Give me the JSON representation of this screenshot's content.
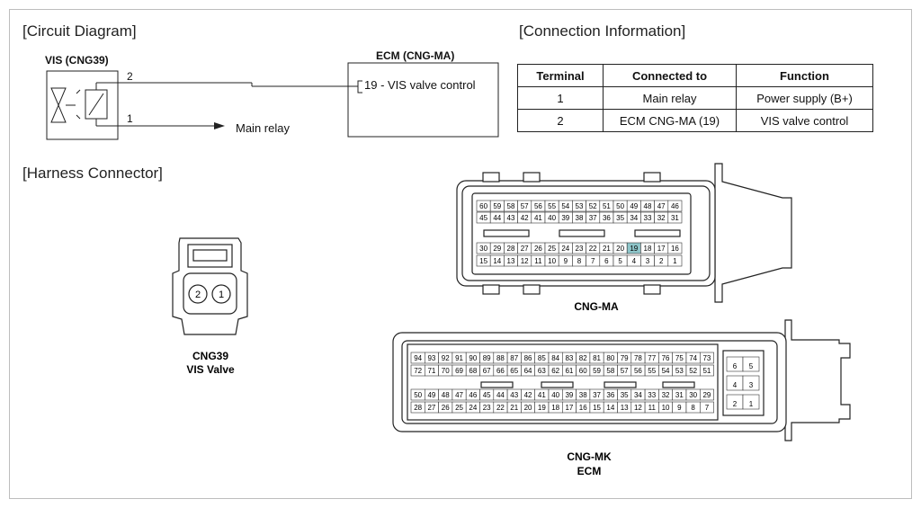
{
  "sections": {
    "circuit": "[Circuit Diagram]",
    "connection": "[Connection Information]",
    "harness": "[Harness Connector]"
  },
  "circuit": {
    "component": "VIS (CNG39)",
    "ecm_title": "ECM (CNG-MA)",
    "pin2": "2",
    "pin1": "1",
    "ecm_pin": "19 - VIS valve control",
    "main_relay": "Main relay"
  },
  "table": {
    "headers": [
      "Terminal",
      "Connected to",
      "Function"
    ],
    "rows": [
      [
        "1",
        "Main relay",
        "Power supply (B+)"
      ],
      [
        "2",
        "ECM CNG-MA (19)",
        "VIS valve control"
      ]
    ]
  },
  "connectors": {
    "cng39": {
      "name": "CNG39",
      "sub": "VIS Valve",
      "pins": [
        "2",
        "1"
      ]
    },
    "cng_ma": {
      "name": "CNG-MA",
      "highlight": "19",
      "highlight_color": "#8ec5c9",
      "row1": [
        "60",
        "59",
        "58",
        "57",
        "56",
        "55",
        "54",
        "53",
        "52",
        "51",
        "50",
        "49",
        "48",
        "47",
        "46"
      ],
      "row2": [
        "45",
        "44",
        "43",
        "42",
        "41",
        "40",
        "39",
        "38",
        "37",
        "36",
        "35",
        "34",
        "33",
        "32",
        "31"
      ],
      "row3": [
        "30",
        "29",
        "28",
        "27",
        "26",
        "25",
        "24",
        "23",
        "22",
        "21",
        "20",
        "19",
        "18",
        "17",
        "16"
      ],
      "row4": [
        "15",
        "14",
        "13",
        "12",
        "11",
        "10",
        "9",
        "8",
        "7",
        "6",
        "5",
        "4",
        "3",
        "2",
        "1"
      ]
    },
    "cng_mk": {
      "name": "CNG-MK",
      "sub": "ECM",
      "row1": [
        "94",
        "93",
        "92",
        "91",
        "90",
        "89",
        "88",
        "87",
        "86",
        "85",
        "84",
        "83",
        "82",
        "81",
        "80",
        "79",
        "78",
        "77",
        "76",
        "75",
        "74",
        "73"
      ],
      "row2": [
        "72",
        "71",
        "70",
        "69",
        "68",
        "67",
        "66",
        "65",
        "64",
        "63",
        "62",
        "61",
        "60",
        "59",
        "58",
        "57",
        "56",
        "55",
        "54",
        "53",
        "52",
        "51"
      ],
      "row3": [
        "50",
        "49",
        "48",
        "47",
        "46",
        "45",
        "44",
        "43",
        "42",
        "41",
        "40",
        "39",
        "38",
        "37",
        "36",
        "35",
        "34",
        "33",
        "32",
        "31",
        "30",
        "29"
      ],
      "row4": [
        "28",
        "27",
        "26",
        "25",
        "24",
        "23",
        "22",
        "21",
        "20",
        "19",
        "18",
        "17",
        "16",
        "15",
        "14",
        "13",
        "12",
        "11",
        "10",
        "9",
        "8",
        "7"
      ],
      "side": [
        [
          "6",
          "5"
        ],
        [
          "4",
          "3"
        ],
        [
          "2",
          "1"
        ]
      ]
    }
  }
}
